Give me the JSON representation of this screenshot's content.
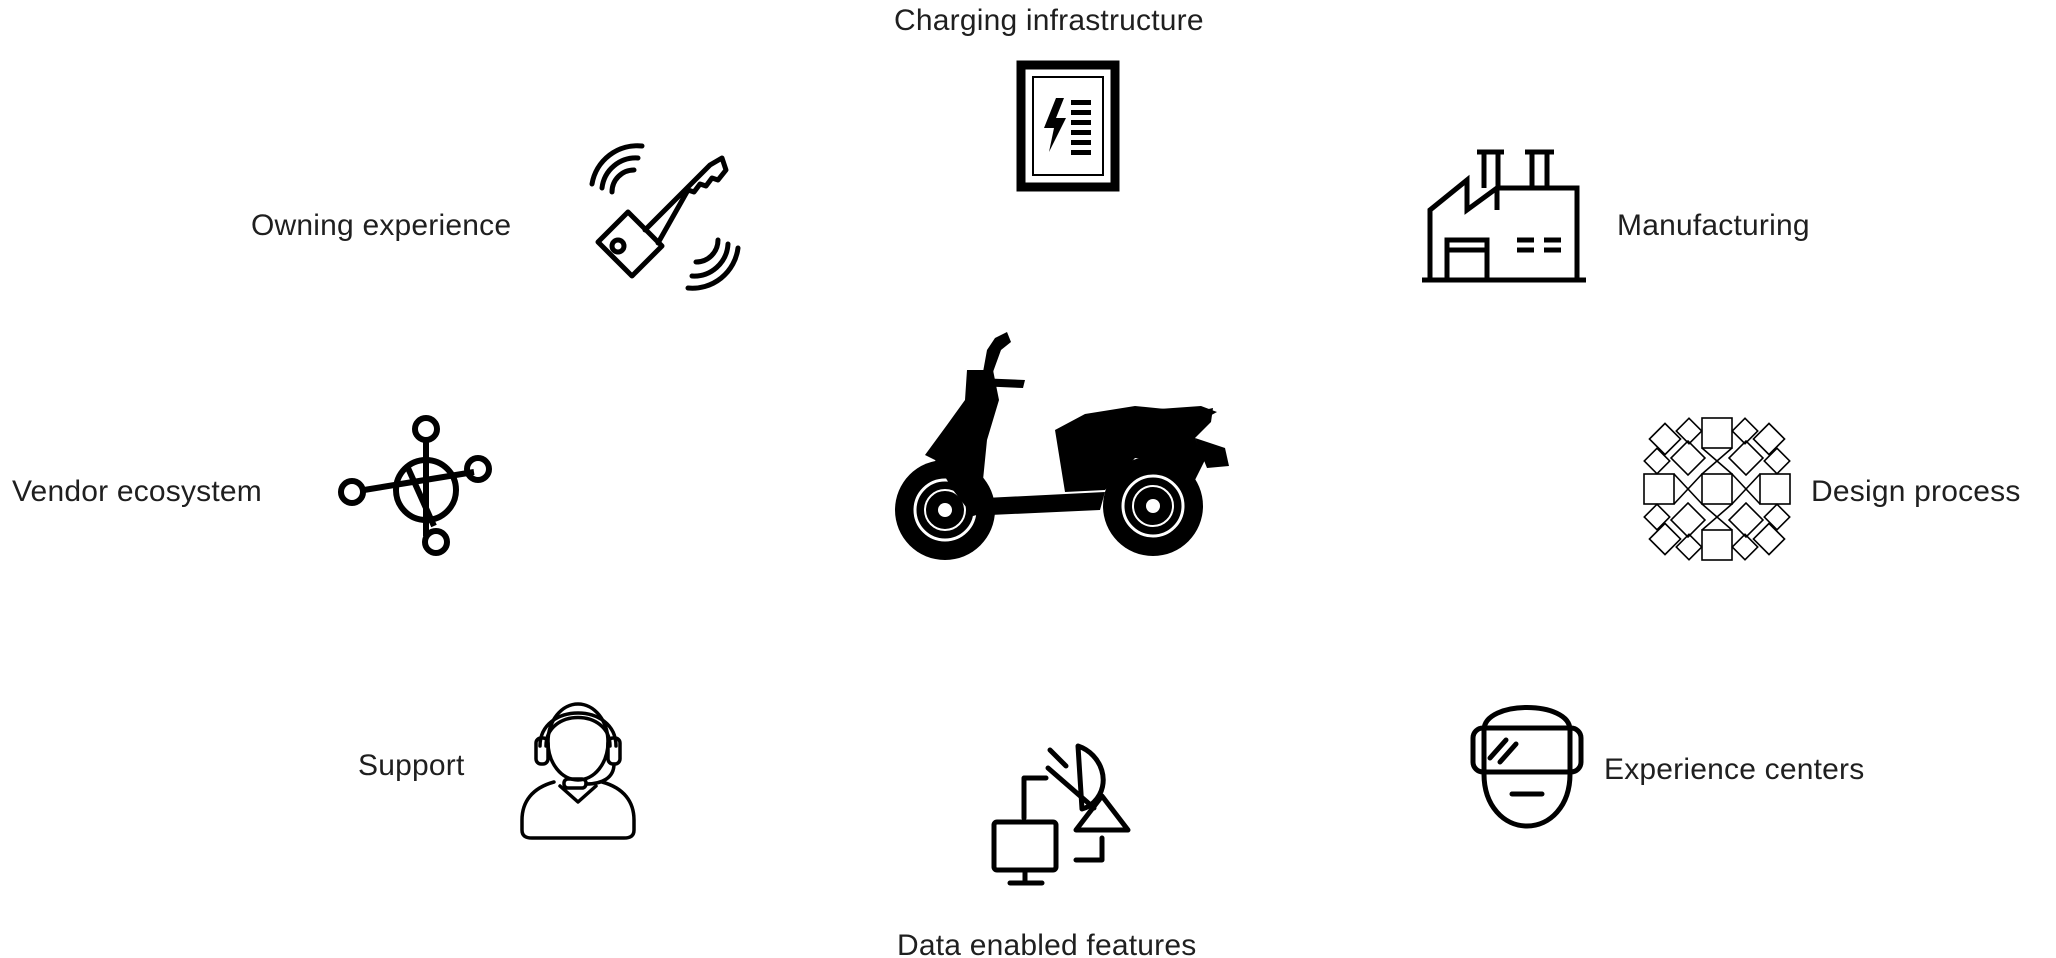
{
  "center": {
    "icon": "scooter-icon"
  },
  "nodes": {
    "charging": {
      "label": "Charging infrastructure",
      "icon": "charging-station-icon"
    },
    "owning": {
      "label": "Owning experience",
      "icon": "smart-key-icon"
    },
    "manufacturing": {
      "label": "Manufacturing",
      "icon": "factory-icon"
    },
    "vendor": {
      "label": "Vendor ecosystem",
      "icon": "network-hub-icon"
    },
    "design": {
      "label": "Design process",
      "icon": "geometric-pattern-icon"
    },
    "support": {
      "label": "Support",
      "icon": "headset-agent-icon"
    },
    "experience": {
      "label": "Experience centers",
      "icon": "vr-headset-icon"
    },
    "data": {
      "label": "Data enabled features",
      "icon": "satellite-data-icon"
    }
  },
  "colors": {
    "ink": "#000000",
    "text": "#1f1f1f",
    "background": "#ffffff"
  }
}
